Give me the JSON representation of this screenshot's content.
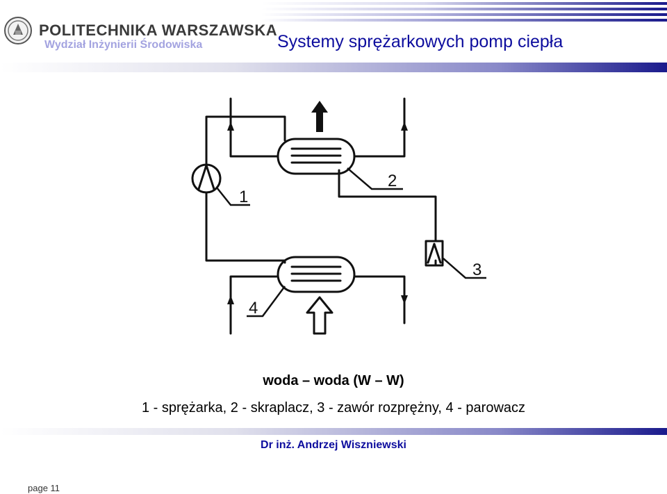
{
  "header": {
    "university": "POLITECHNIKA WARSZAWSKA",
    "faculty": "Wydział Inżynierii Środowiska",
    "title": "Systemy sprężarkowych pomp ciepła"
  },
  "diagram": {
    "labels": [
      "1",
      "2",
      "3",
      "4"
    ]
  },
  "caption": {
    "line1": "woda – woda (W – W)",
    "line2": "1 - sprężarka, 2 - skraplacz, 3 - zawór rozprężny, 4 - parowacz"
  },
  "footer": {
    "author": "Dr inż. Andrzej Wiszniewski",
    "page": "page 11"
  },
  "colors": {
    "title": "#0d0d9e",
    "faculty": "#a3a3e0",
    "bar_dark": "#1a1a8c",
    "bar_light": "#e4e4ee"
  }
}
